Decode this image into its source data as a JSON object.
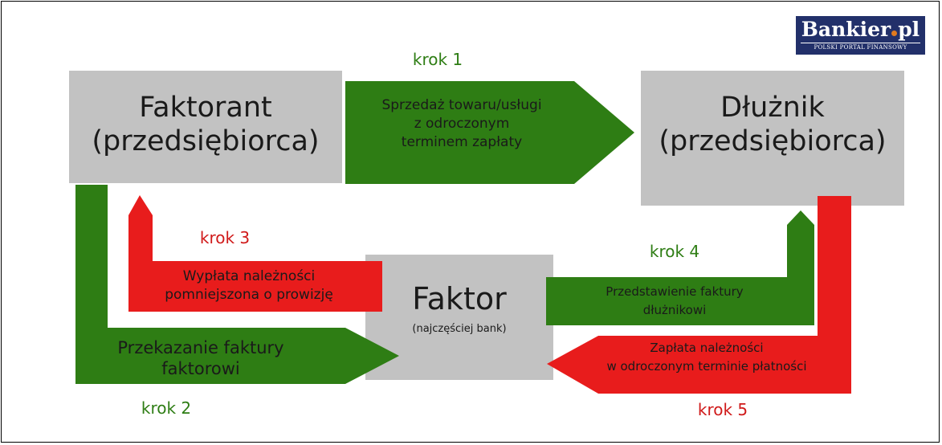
{
  "logo": {
    "brand": "Bankier.pl",
    "brand_left": "Bankier",
    "brand_right": "pl",
    "tagline": "POLSKI PORTAL FINANSOWY"
  },
  "nodes": {
    "faktorant": "Faktorant\n(przedsiębiorca)",
    "dluznik": "Dłużnik\n(przedsiębiorca)",
    "faktor": "Faktor",
    "faktor_sub": "(najczęściej bank)"
  },
  "steps": {
    "step1": {
      "label": "krok 1",
      "text": "Sprzedaż towaru/usługi\nz odroczonym\nterminem zapłaty"
    },
    "step2": {
      "label": "krok 2",
      "text": "Przekazanie faktury\nfaktorowi"
    },
    "step3": {
      "label": "krok 3",
      "text": "Wypłata należności\npomniejszona o prowizję"
    },
    "step4": {
      "label": "krok 4",
      "text": "Przedstawienie faktury\ndłużnikowi"
    },
    "step5": {
      "label": "krok 5",
      "text": "Zapłata należności\nw odroczonym terminie płatności"
    }
  },
  "colors": {
    "green": "#2e7d14",
    "red": "#e81c1c",
    "grey": "#c2c2c2",
    "step_green_text": "#2e7d14",
    "step_red_text": "#d01a1a"
  }
}
